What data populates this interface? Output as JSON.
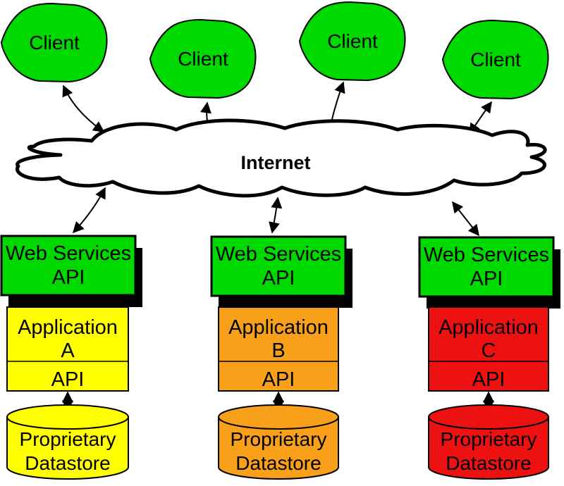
{
  "clients": [
    {
      "label": "Client"
    },
    {
      "label": "Client"
    },
    {
      "label": "Client"
    },
    {
      "label": "Client"
    }
  ],
  "internet": {
    "label": "Internet"
  },
  "columns": [
    {
      "web_services_api": {
        "line1": "Web Services",
        "line2": "API"
      },
      "application": {
        "line1": "Application",
        "line2": "A"
      },
      "internal_api_label": "API",
      "datastore": {
        "line1": "Proprietary",
        "line2": "Datastore"
      },
      "color": "#ffff00"
    },
    {
      "web_services_api": {
        "line1": "Web Services",
        "line2": "API"
      },
      "application": {
        "line1": "Application",
        "line2": "B"
      },
      "internal_api_label": "API",
      "datastore": {
        "line1": "Proprietary",
        "line2": "Datastore"
      },
      "color": "#f9a01b"
    },
    {
      "web_services_api": {
        "line1": "Web Services",
        "line2": "API"
      },
      "application": {
        "line1": "Application",
        "line2": "C"
      },
      "internal_api_label": "API",
      "datastore": {
        "line1": "Proprietary",
        "line2": "Datastore"
      },
      "color": "#ee1111"
    }
  ],
  "colors": {
    "node_green": "#00d900",
    "cloud_fill": "#ffffff",
    "outline": "#000000",
    "shadow": "#000000",
    "arrow": "#000000",
    "background": "#ffffff"
  }
}
